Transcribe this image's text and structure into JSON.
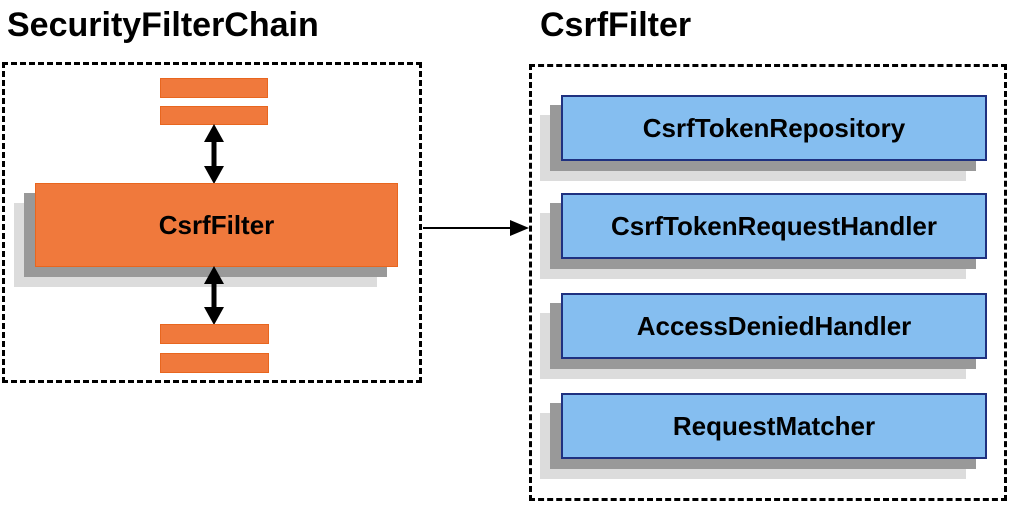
{
  "left_panel": {
    "title": "SecurityFilterChain",
    "filter_box_label": "CsrfFilter"
  },
  "right_panel": {
    "title": "CsrfFilter",
    "components": [
      "CsrfTokenRepository",
      "CsrfTokenRequestHandler",
      "AccessDeniedHandler",
      "RequestMatcher"
    ]
  },
  "colors": {
    "orange_fill": "#F0793C",
    "orange_border": "#E8661F",
    "blue_fill": "#85BEF0",
    "blue_border": "#1F3180",
    "shadow_dark": "#999999",
    "shadow_light": "#DCDCDC",
    "line_and_dash": "#000000",
    "text": "#000000"
  }
}
